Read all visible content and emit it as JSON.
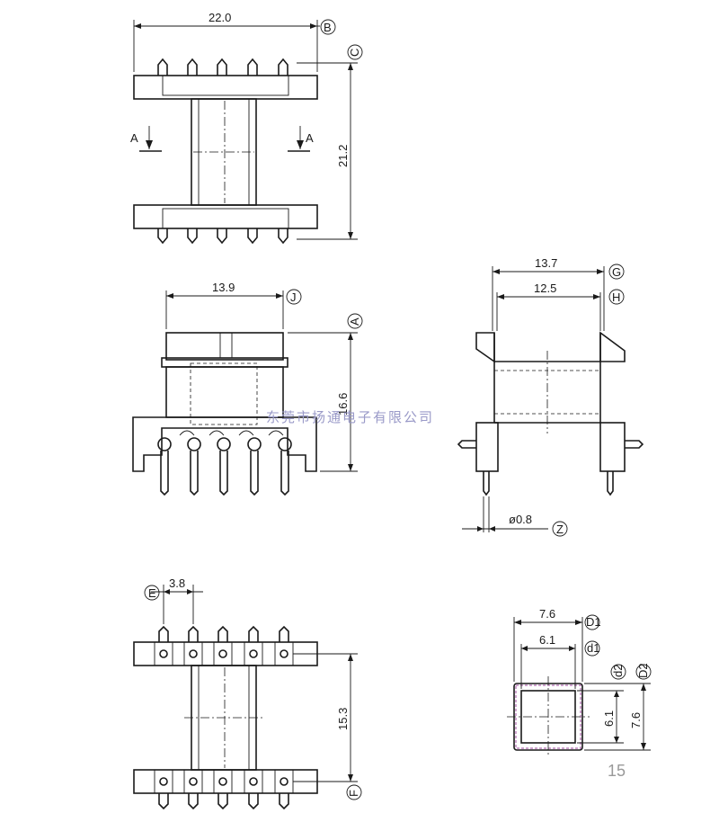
{
  "top_view": {
    "width_dim": "22.0",
    "height_dim": "21.2",
    "label_b": "B",
    "label_c": "C",
    "section_left": "A",
    "section_right": "A"
  },
  "front_view": {
    "width_dim": "13.9",
    "height_dim": "16.6",
    "label_j": "J",
    "label_a": "A"
  },
  "side_view": {
    "outer_dim": "13.7",
    "inner_dim": "12.5",
    "pin_dim": "ø0.8",
    "label_g": "G",
    "label_h": "H",
    "label_z": "Z"
  },
  "bottom_view": {
    "pitch_dim": "3.8",
    "height_dim": "15.3",
    "label_e": "E",
    "label_f": "F"
  },
  "section_view": {
    "outer_w": "7.6",
    "inner_w": "6.1",
    "inner_h": "6.1",
    "outer_h": "7.6",
    "label_d1": "D1",
    "label_d1s": "d1",
    "label_d2s": "d2",
    "label_d2": "D2"
  },
  "watermark": "东莞市扬通电子有限公司",
  "page_number": "15"
}
